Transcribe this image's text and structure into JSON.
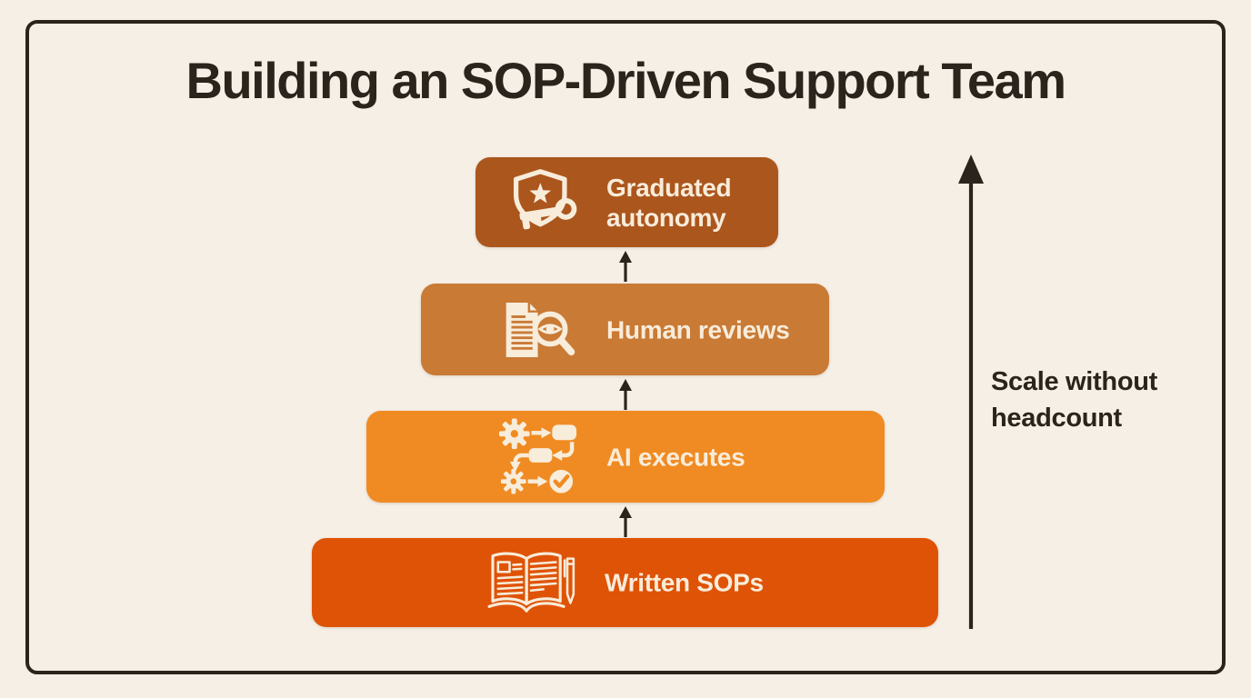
{
  "title": "Building an SOP-Driven Support Team",
  "side_annotation": {
    "label": "Scale without headcount"
  },
  "colors": {
    "background": "#f6efe5",
    "ink": "#2b241c",
    "box_text": "#f8ecda"
  },
  "levels": [
    {
      "label": "Graduated autonomy",
      "color": "#ab561d",
      "icon": "shield-star-key-icon"
    },
    {
      "label": "Human reviews",
      "color": "#c97a35",
      "icon": "document-magnifier-eye-icon"
    },
    {
      "label": "AI executes",
      "color": "#ef8b22",
      "icon": "workflow-gears-icon"
    },
    {
      "label": "Written SOPs",
      "color": "#df5306",
      "icon": "open-book-pen-icon"
    }
  ]
}
